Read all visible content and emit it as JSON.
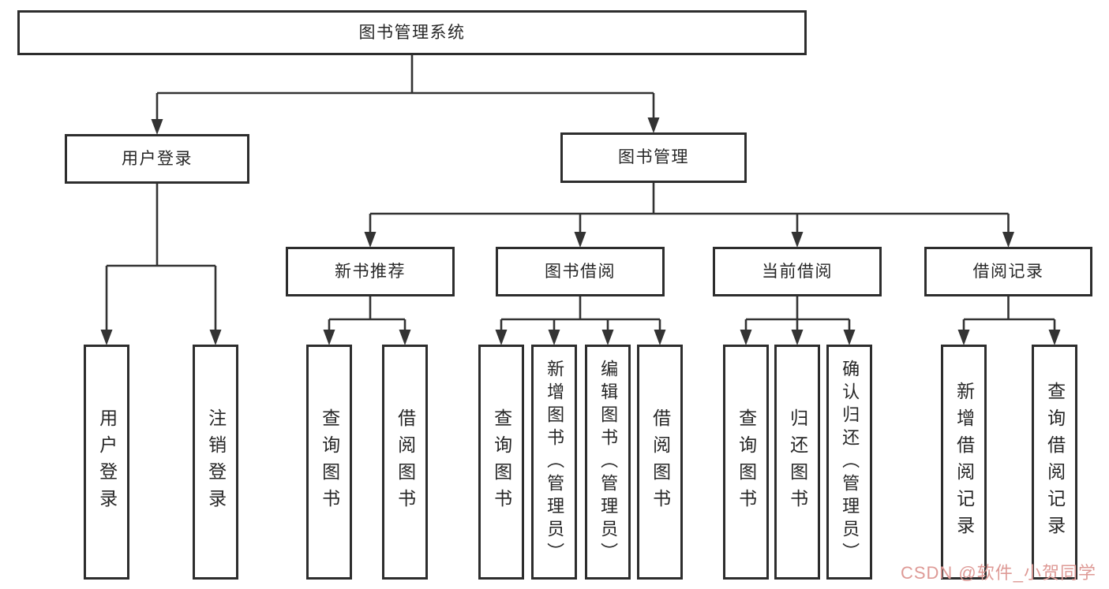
{
  "diagram": {
    "title": "图书管理系统",
    "nodes": [
      {
        "id": "root",
        "label": "图书管理系统",
        "parent": null,
        "level": 1
      },
      {
        "id": "user-login",
        "label": "用户登录",
        "parent": "root",
        "level": 2
      },
      {
        "id": "book-mgmt",
        "label": "图书管理",
        "parent": "root",
        "level": 2
      },
      {
        "id": "new-book-rec",
        "label": "新书推荐",
        "parent": "book-mgmt",
        "level": 3
      },
      {
        "id": "book-borrow",
        "label": "图书借阅",
        "parent": "book-mgmt",
        "level": 3
      },
      {
        "id": "current-borrow",
        "label": "当前借阅",
        "parent": "book-mgmt",
        "level": 3
      },
      {
        "id": "borrow-record",
        "label": "借阅记录",
        "parent": "book-mgmt",
        "level": 3
      },
      {
        "id": "leaf-user-login",
        "label": "用户登录",
        "parent": "user-login",
        "level": 4
      },
      {
        "id": "leaf-logout",
        "label": "注销登录",
        "parent": "user-login",
        "level": 4
      },
      {
        "id": "leaf-query-book-1",
        "label": "查询图书",
        "parent": "new-book-rec",
        "level": 4
      },
      {
        "id": "leaf-borrow-book-1",
        "label": "借阅图书",
        "parent": "new-book-rec",
        "level": 4
      },
      {
        "id": "leaf-query-book-2",
        "label": "查询图书",
        "parent": "book-borrow",
        "level": 4
      },
      {
        "id": "leaf-add-book",
        "label": "新增图书（管理员）",
        "parent": "book-borrow",
        "level": 4
      },
      {
        "id": "leaf-edit-book",
        "label": "编辑图书（管理员）",
        "parent": "book-borrow",
        "level": 4
      },
      {
        "id": "leaf-borrow-book-2",
        "label": "借阅图书",
        "parent": "book-borrow",
        "level": 4
      },
      {
        "id": "leaf-query-book-3",
        "label": "查询图书",
        "parent": "current-borrow",
        "level": 4
      },
      {
        "id": "leaf-return-book",
        "label": "归还图书",
        "parent": "current-borrow",
        "level": 4
      },
      {
        "id": "leaf-confirm-return",
        "label": "确认归还（管理员）",
        "parent": "current-borrow",
        "level": 4
      },
      {
        "id": "leaf-add-record",
        "label": "新增借阅记录",
        "parent": "borrow-record",
        "level": 4
      },
      {
        "id": "leaf-query-record",
        "label": "查询借阅记录",
        "parent": "borrow-record",
        "level": 4
      }
    ],
    "colors": {
      "box_border": "#2d2d2d",
      "line": "#333333",
      "text": "#262626",
      "background": "#ffffff"
    }
  },
  "watermark": {
    "text": "CSDN @软件_小贺同学",
    "color": "#dE9a96"
  }
}
